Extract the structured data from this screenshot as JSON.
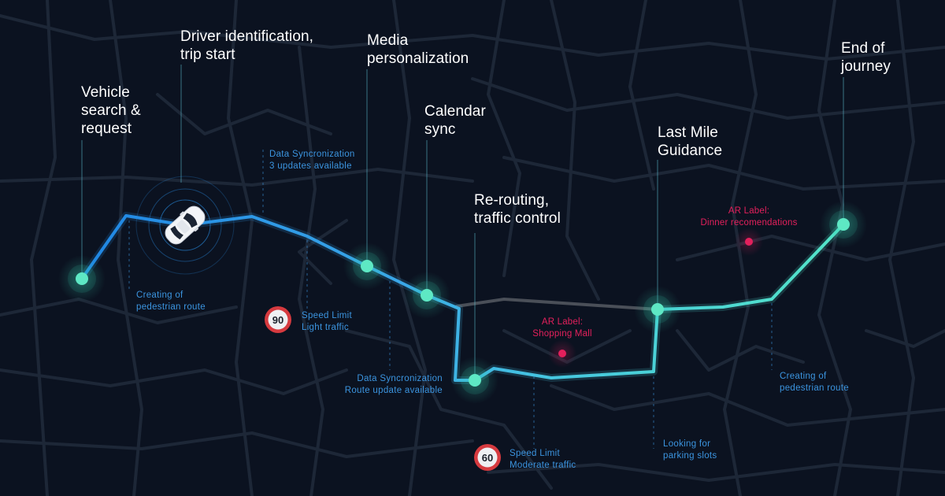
{
  "milestones": [
    {
      "title": "Vehicle\nsearch &\nrequest"
    },
    {
      "title": "Driver identification,\ntrip start"
    },
    {
      "title": "Media\npersonalization"
    },
    {
      "title": "Calendar\nsync"
    },
    {
      "title": "Re-routing,\ntraffic control"
    },
    {
      "title": "Last Mile\nGuidance"
    },
    {
      "title": "End of\njourney"
    }
  ],
  "notes": {
    "data_sync_1": "Data Syncronization\n3 updates available",
    "pedestrian_start": "Creating of\npedestrian route",
    "speed_limit_90": "Speed Limit\nLight traffic",
    "data_sync_2": "Data Syncronization\nRoute update available",
    "speed_limit_60": "Speed Limit\nModerate traffic",
    "parking": "Looking for\nparking slots",
    "pedestrian_end": "Creating of\npedestrian route"
  },
  "speed_signs": {
    "sign_90": "90",
    "sign_60": "60"
  },
  "ar_labels": {
    "shopping_mall": "AR Label:\nShopping Mall",
    "dinner": "AR Label:\nDinner recomendations"
  },
  "colors": {
    "background": "#0b1220",
    "street": "#1d2737",
    "route_blue": "#2a8fe6",
    "route_teal": "#4fe0c6",
    "closed_road": "#4a4f58",
    "milestone_dot": "#5ee8c4",
    "ar_label": "#e3205c",
    "note_text": "#3b94df",
    "title_text": "#ffffff",
    "speed_sign_ring": "#d63a3f"
  },
  "icons": {
    "car": "car-topview-icon"
  }
}
